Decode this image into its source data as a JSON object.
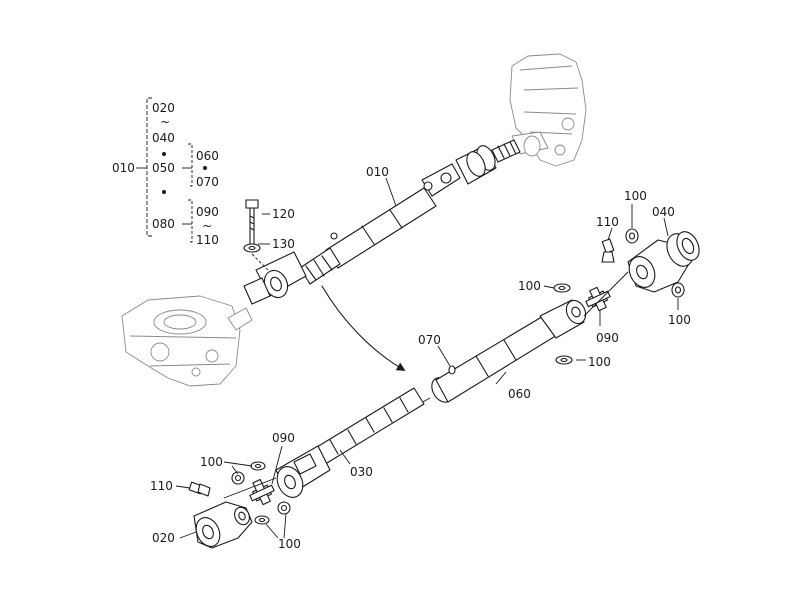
{
  "colors": {
    "ink": "#1a1a1a",
    "ghost": "#8a8a8a",
    "background": "#ffffff"
  },
  "tree": {
    "root": "010",
    "a1": "020",
    "a_tilde": "~",
    "a2": "040",
    "b1": "050",
    "b_top": "060",
    "b_bottom": "070",
    "c1": "080",
    "c_top": "090",
    "c_tilde": "~",
    "c_bottom": "110"
  },
  "callouts": {
    "shaft_upper": "010",
    "bolt": "120",
    "washer": "130",
    "grease_upper": "110",
    "circlip_upper_a": "100",
    "yoke_040": "040",
    "circlip_upper_b": "100",
    "circlip_upper_c": "100",
    "circlip_upper_d": "100",
    "cross_upper": "090",
    "pin_070": "070",
    "tube_060": "060",
    "shaft_030": "030",
    "cross_lower": "090",
    "circlip_lower_a": "100",
    "grease_lower": "110",
    "yoke_020": "020",
    "circlip_lower_b": "100"
  }
}
